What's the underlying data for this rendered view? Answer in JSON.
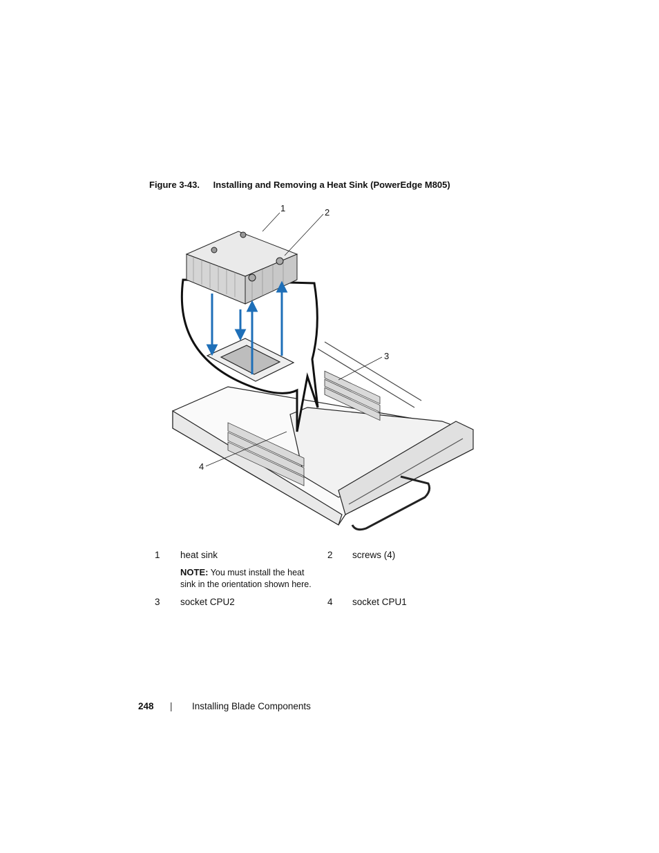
{
  "figure": {
    "number": "Figure 3-43.",
    "title": "Installing and Removing a Heat Sink (PowerEdge M805)",
    "callouts": [
      "1",
      "2",
      "3",
      "4"
    ]
  },
  "legend": {
    "rows": [
      {
        "n1": "1",
        "t1": "heat sink",
        "n2": "2",
        "t2": "screws (4)"
      },
      {
        "n1": "3",
        "t1": "socket CPU2",
        "n2": "4",
        "t2": "socket CPU1"
      }
    ],
    "note_label": "NOTE:",
    "note_text": "You must install the heat sink in the orientation shown here."
  },
  "footer": {
    "page": "248",
    "separator": "|",
    "section": "Installing Blade Components"
  },
  "colors": {
    "arrow": "#1e6fb8",
    "line": "#222222"
  }
}
